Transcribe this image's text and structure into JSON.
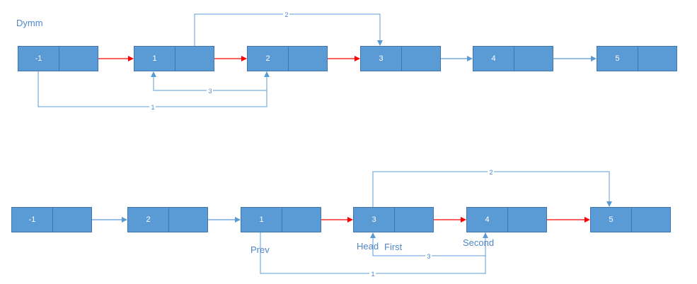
{
  "top": {
    "title": "Dymm",
    "nodes": [
      "-1",
      "1",
      "2",
      "3",
      "4",
      "5"
    ],
    "edge_labels": {
      "e2": "2",
      "e3": "3",
      "e1": "1"
    }
  },
  "bottom": {
    "nodes": [
      "-1",
      "2",
      "1",
      "3",
      "4",
      "5"
    ],
    "tags": {
      "prev": "Prev",
      "head": "Head",
      "first": "First",
      "second": "Second"
    },
    "edge_labels": {
      "e2": "2",
      "e3": "3",
      "e1": "1"
    }
  },
  "colors": {
    "node_fill": "#5b9bd5",
    "node_border": "#3f74b0",
    "link": "#5b9bd5",
    "changed_link": "#ff0000"
  }
}
